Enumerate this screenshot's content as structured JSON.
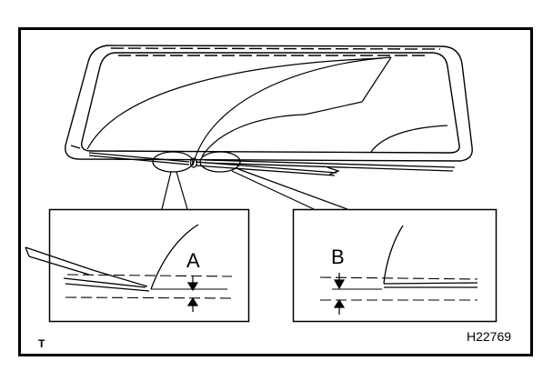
{
  "labels": {
    "detail_a": "A",
    "detail_b": "B",
    "figure_code": "H22769",
    "corner_mark": "T"
  },
  "colors": {
    "ink": "#000000",
    "paper": "#ffffff"
  }
}
